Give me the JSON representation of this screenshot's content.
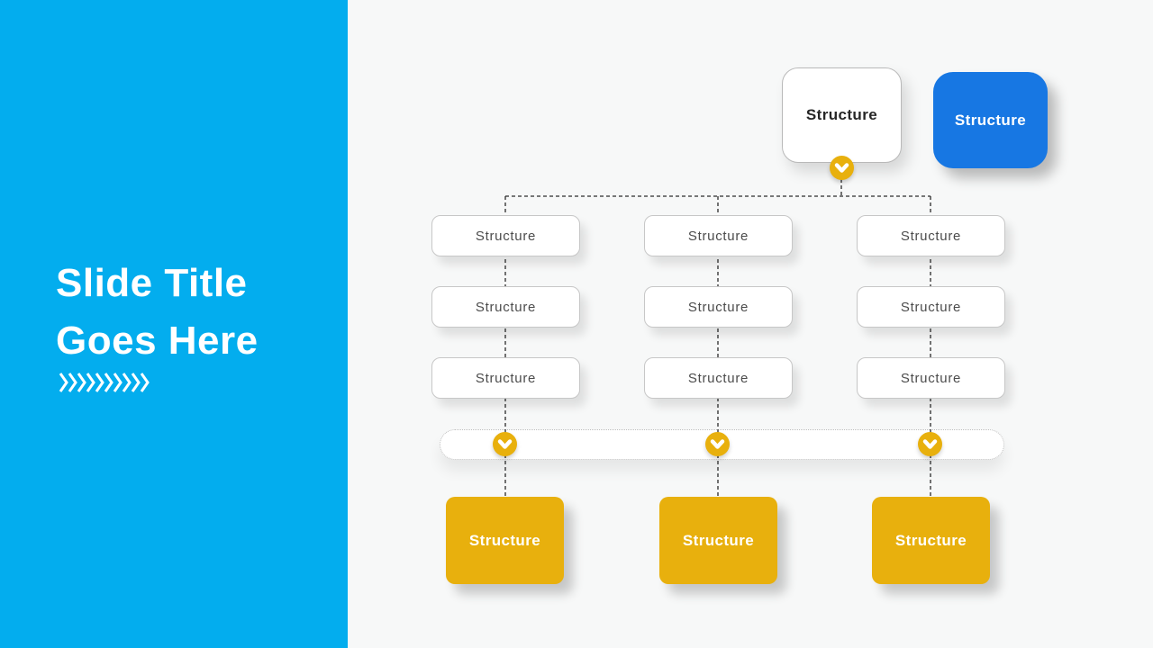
{
  "colors": {
    "panel-bg": "#03ADEE",
    "stage-bg": "#F7F8F8",
    "blue-box": "#1777E3",
    "yellow": "#E8B00D",
    "box-border": "#C7C7C7",
    "box-text": "#4C4C4C",
    "root-text": "#262626",
    "line": "#2B2B2B"
  },
  "panel": {
    "title_line1": "Slide Title",
    "title_line2": "Goes Here",
    "chevron_count": 10
  },
  "diagram": {
    "root": {
      "label": "Structure"
    },
    "highlight": {
      "label": "Structure"
    },
    "columns": [
      {
        "rows": [
          "Structure",
          "Structure",
          "Structure"
        ],
        "footer": "Structure"
      },
      {
        "rows": [
          "Structure",
          "Structure",
          "Structure"
        ],
        "footer": "Structure"
      },
      {
        "rows": [
          "Structure",
          "Structure",
          "Structure"
        ],
        "footer": "Structure"
      }
    ]
  }
}
